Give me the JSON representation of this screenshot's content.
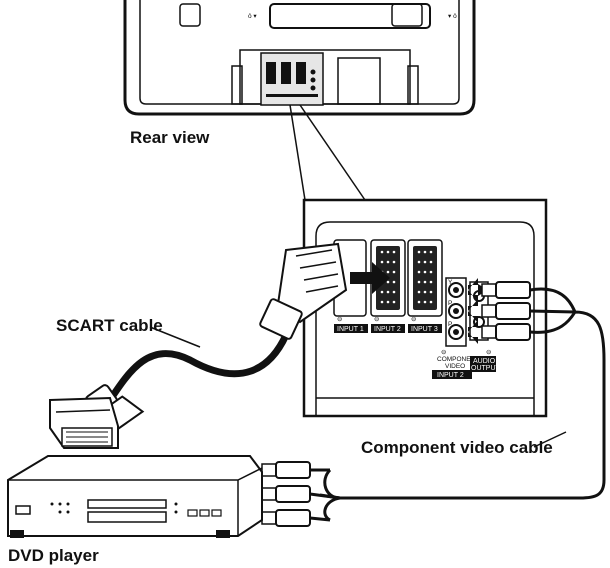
{
  "labels": {
    "rear_view": "Rear view",
    "scart_cable": "SCART cable",
    "component_cable": "Component video cable",
    "dvd_player": "DVD player"
  },
  "panel": {
    "input1": "INPUT 1",
    "input2": "INPUT 2",
    "input3": "INPUT 3",
    "component_line1": "COMPONENT",
    "component_line2": "VIDEO",
    "component_line3": "INPUT 2",
    "audio_line1": "AUDIO",
    "audio_line2": "OUTPUT",
    "y": "Y",
    "pb": "P",
    "pr": "P"
  },
  "colors": {
    "ink": "#111111",
    "paper": "#ffffff",
    "panel_gray": "#d9d9d9"
  }
}
